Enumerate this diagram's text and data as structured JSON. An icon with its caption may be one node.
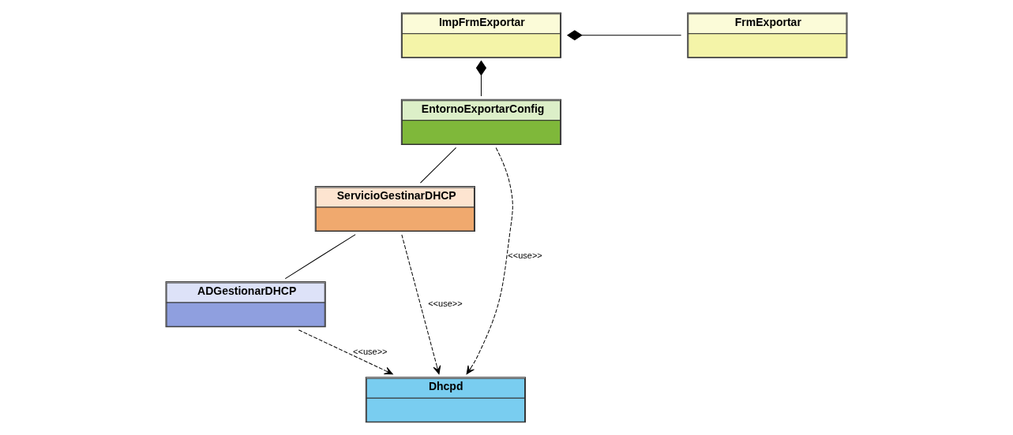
{
  "diagram": {
    "nodes": [
      {
        "text": [
          "FrmExportar"
        ]
      },
      {
        "text": [
          "ImpFrmExportar"
        ]
      },
      {
        "text": [
          "EntornoExportarConfig"
        ]
      },
      {
        "text": [
          "ServicioGestinarDHCP"
        ]
      },
      {
        "text": [
          "ADGestionarDHCP"
        ]
      },
      {
        "text": [
          "Dhcpd"
        ]
      }
    ],
    "edges": [
      {
        "from": 1,
        "to": 0,
        "arrow": "other"
      },
      {
        "from": 1,
        "to": 2,
        "arrow": "other"
      },
      {
        "from": 2,
        "to": 3,
        "arrow": "none"
      },
      {
        "from": 3,
        "to": 4,
        "arrow": "none"
      },
      {
        "from": 4,
        "to": 5,
        "arrow": "to",
        "style": "dashed",
        "label": "<<use>>"
      },
      {
        "from": 3,
        "to": 5,
        "arrow": "to",
        "style": "dashed",
        "label": "<<use>>"
      },
      {
        "from": 2,
        "to": 5,
        "arrow": "to",
        "style": "dashed",
        "label": "<<use>>"
      }
    ]
  }
}
